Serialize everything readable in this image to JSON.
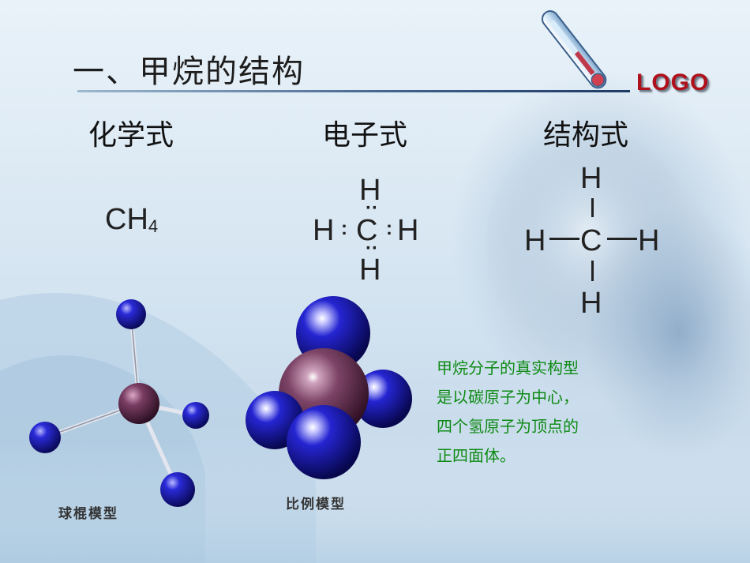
{
  "slide": {
    "title": "一、甲烷的结构",
    "logo": "LOGO"
  },
  "headings": {
    "chemical_formula": "化学式",
    "electronic_formula": "电子式",
    "structural_formula": "结构式"
  },
  "chemical_formula": {
    "base": "CH",
    "subscript": "4"
  },
  "electronic_formula": {
    "center": "C",
    "top": "H",
    "bottom": "H",
    "left": "H",
    "right": "H",
    "pair_horizontal": ":",
    "pair_vertical": "··"
  },
  "structural_formula": {
    "center": "C",
    "top": "H",
    "bottom": "H",
    "left": "H",
    "right": "H"
  },
  "models": {
    "ball_stick_caption": "球棍模型",
    "space_filling_caption": "比例模型"
  },
  "description": {
    "lines": [
      "甲烷分子的真实构型",
      "是以碳原子为中心，",
      "四个氢原子为顶点的",
      "正四面体。"
    ]
  },
  "colors": {
    "description_text": "#0e8a14",
    "logo": "#b0101a",
    "hydrogen_atom": "#1a1aa8",
    "carbon_atom": "#6b3556"
  }
}
